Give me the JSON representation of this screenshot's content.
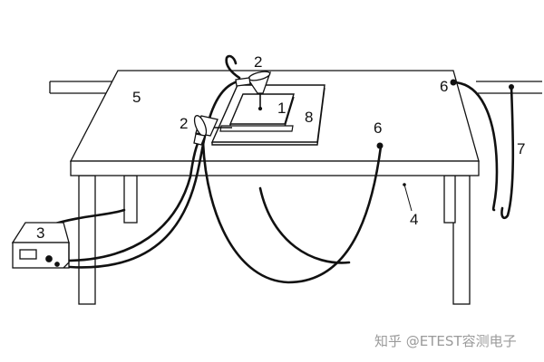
{
  "labels": {
    "probe_top": "2",
    "probe_left": "2",
    "eut": "1",
    "plane": "8",
    "table": "5",
    "generator": "3",
    "ground_front": "6",
    "ground_rear": "6",
    "table_front": "4",
    "strap": "7"
  },
  "watermark": "知乎 @ETEST容测电子",
  "colors": {
    "line": "#111111",
    "fill": "#ffffff",
    "watermark": "#9a9a9a"
  }
}
